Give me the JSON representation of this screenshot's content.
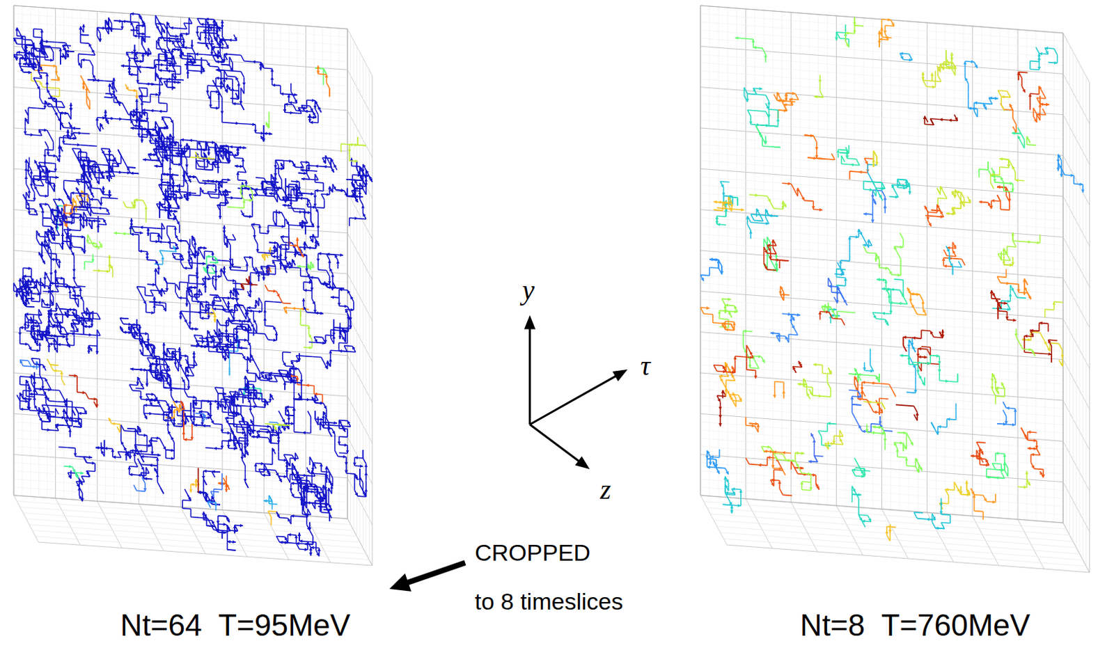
{
  "diagram": {
    "labels": [
      "y",
      "τ",
      "z",
      "CROPPED",
      "to 8 timeslices",
      "Nt=64  T=95MeV",
      "Nt=8  T=760MeV"
    ]
  }
}
